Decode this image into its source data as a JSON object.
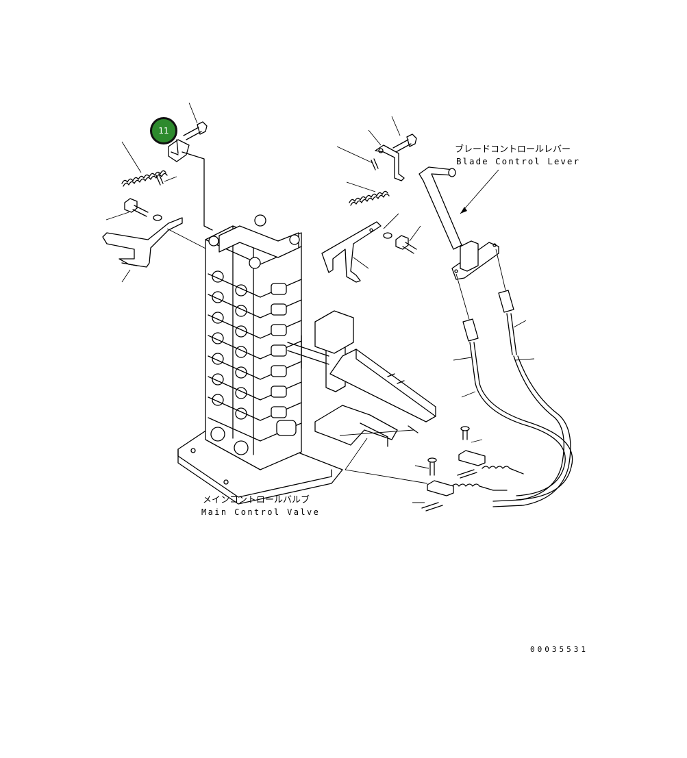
{
  "callout": {
    "label": "11"
  },
  "labels": {
    "blade_control_lever_ja": "ブレードコントロールレバー",
    "blade_control_lever_en": "Blade Control Lever",
    "main_control_valve_ja": "メインコントロールバルブ",
    "main_control_valve_en": "Main Control Valve",
    "drawing_number": "00035531"
  },
  "colors": {
    "callout_fill": "#2d8a2d",
    "callout_border": "#111111",
    "line": "#000000"
  }
}
